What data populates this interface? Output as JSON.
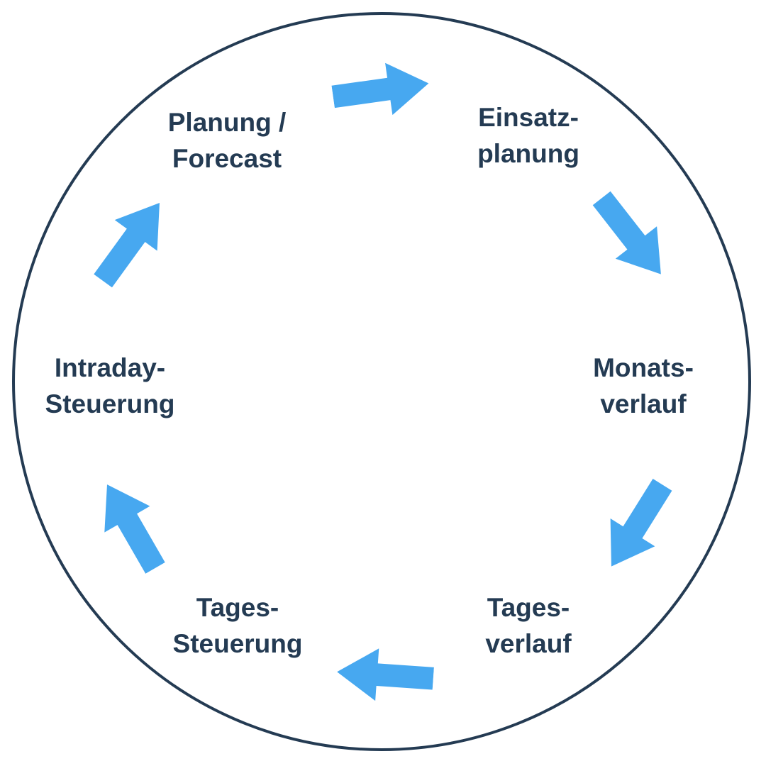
{
  "colors": {
    "circle_border": "#243b53",
    "label_text": "#243b53",
    "arrow_fill": "#47a8f0"
  },
  "cycle": {
    "type": "cycle-diagram",
    "direction": "clockwise",
    "stages": [
      {
        "id": "planung-forecast",
        "lines": [
          "Planung /",
          "Forecast"
        ]
      },
      {
        "id": "einsatzplanung",
        "lines": [
          "Einsatz-",
          "planung"
        ]
      },
      {
        "id": "monatsverlauf",
        "lines": [
          "Monats-",
          "verlauf"
        ]
      },
      {
        "id": "tagesverlauf",
        "lines": [
          "Tages-",
          "verlauf"
        ]
      },
      {
        "id": "tages-steuerung",
        "lines": [
          "Tages-",
          "Steuerung"
        ]
      },
      {
        "id": "intraday-steuerung",
        "lines": [
          "Intraday-",
          "Steuerung"
        ]
      }
    ],
    "arrows": [
      {
        "from": "planung-forecast",
        "to": "einsatzplanung"
      },
      {
        "from": "einsatzplanung",
        "to": "monatsverlauf"
      },
      {
        "from": "monatsverlauf",
        "to": "tagesverlauf"
      },
      {
        "from": "tagesverlauf",
        "to": "tages-steuerung"
      },
      {
        "from": "tages-steuerung",
        "to": "intraday-steuerung"
      },
      {
        "from": "intraday-steuerung",
        "to": "planung-forecast"
      }
    ]
  }
}
